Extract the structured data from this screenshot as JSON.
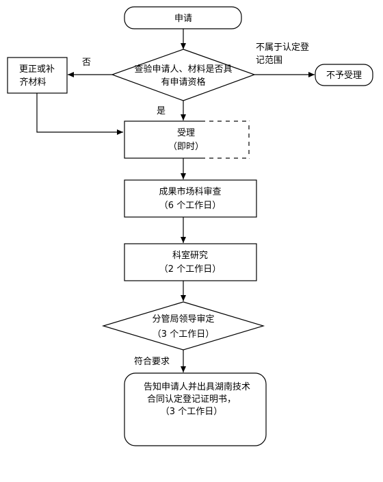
{
  "flow": {
    "start": "申请",
    "check_line1": "查验申请人、材料是否具",
    "check_line2": "有申请资格",
    "correct_line1": "更正或补",
    "correct_line2": "齐材料",
    "label_no": "否",
    "label_not_in_scope_line1": "不属于认定登",
    "label_not_in_scope_line2": "记范围",
    "reject": "不予受理",
    "label_yes": "是",
    "accept_line1": "受理",
    "accept_line2": "（即时）",
    "review_line1": "成果市场科审查",
    "review_line2": "（6 个工作日）",
    "study_line1": "科室研究",
    "study_line2": "（2 个工作日）",
    "approve_line1": "分管局领导审定",
    "approve_line2": "（3 个工作日）",
    "label_meets": "符合要求",
    "notify_line1": "告知申请人并出具湖南技术",
    "notify_line2": "合同认定登记证明书，",
    "notify_line3": "（3 个工作日）"
  }
}
